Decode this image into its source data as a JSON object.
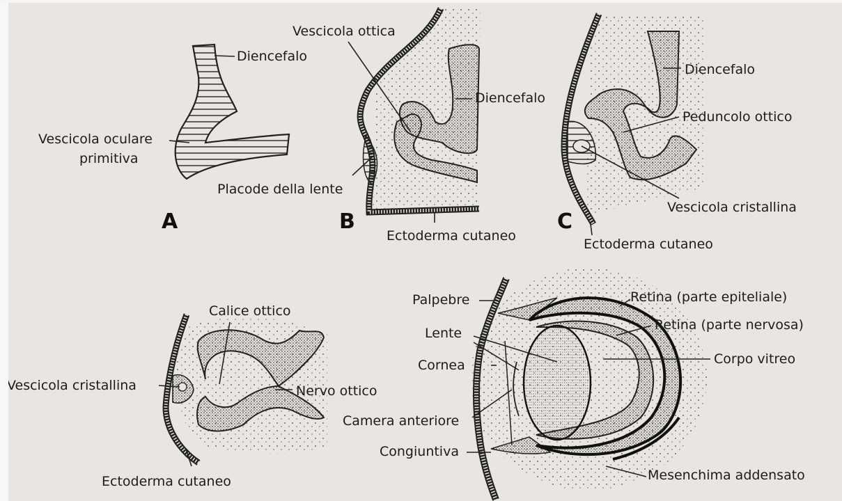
{
  "panels": {
    "A": {
      "letter": "A",
      "labels": {
        "diencefalo": "Diencefalo",
        "vescicola_oculare": "Vescicola oculare",
        "primitiva": "primitiva"
      }
    },
    "B": {
      "letter": "B",
      "labels": {
        "vescicola_ottica": "Vescicola ottica",
        "diencefalo": "Diencefalo",
        "placode": "Placode della lente",
        "ectoderma": "Ectoderma cutaneo"
      }
    },
    "C": {
      "letter": "C",
      "labels": {
        "diencefalo": "Diencefalo",
        "peduncolo": "Peduncolo ottico",
        "vescicola_cristallina": "Vescicola cristallina",
        "ectoderma": "Ectoderma cutaneo"
      }
    },
    "D": {
      "labels": {
        "calice": "Calice ottico",
        "vescicola_cristallina": "Vescicola cristallina",
        "nervo": "Nervo ottico",
        "ectoderma": "Ectoderma cutaneo"
      }
    },
    "E": {
      "labels": {
        "palpebre": "Palpebre",
        "retina_epi": "Retina (parte epiteliale)",
        "retina_nerv": "Retina (parte nervosa)",
        "lente": "Lente",
        "corpo_vitreo": "Corpo vitreo",
        "cornea": "Cornea",
        "camera": "Camera anteriore",
        "congiuntiva": "Congiuntiva",
        "mesenchima": "Mesenchima addensato"
      }
    }
  }
}
